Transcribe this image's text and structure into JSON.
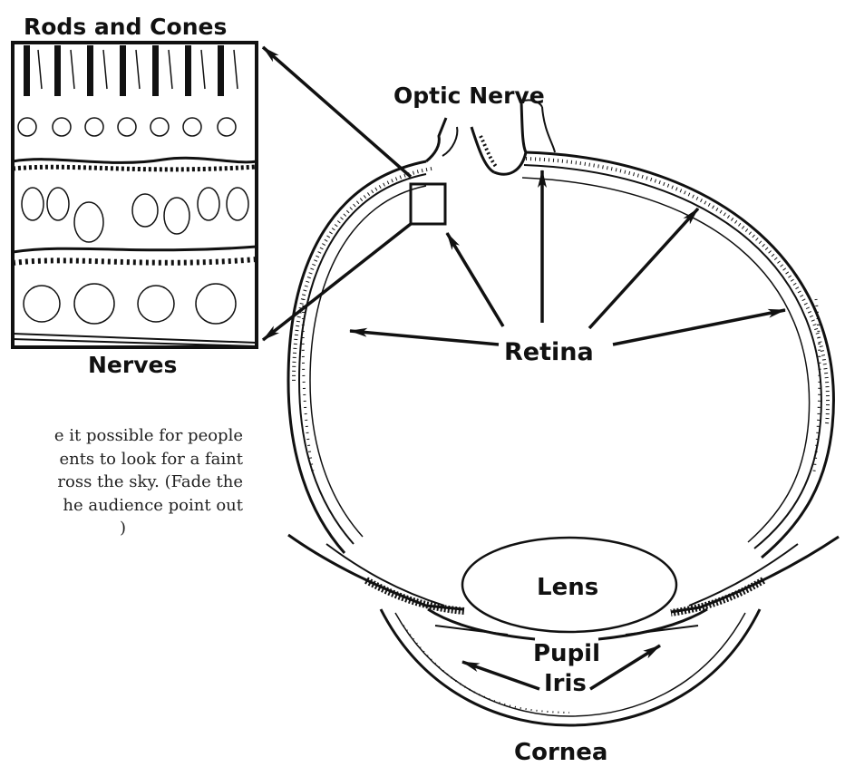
{
  "labels": {
    "rods_and_cones": "Rods and Cones",
    "optic_nerve": "Optic Nerve",
    "nerves": "Nerves",
    "retina": "Retina",
    "lens": "Lens",
    "pupil": "Pupil",
    "iris": "Iris",
    "cornea": "Cornea"
  },
  "side_text_lines": [
    "e it possible for people",
    "ents to look for a faint",
    "ross the sky. (Fade the",
    "he audience point out",
    ")"
  ],
  "colors": {
    "ink": "#111111",
    "background": "#ffffff"
  }
}
